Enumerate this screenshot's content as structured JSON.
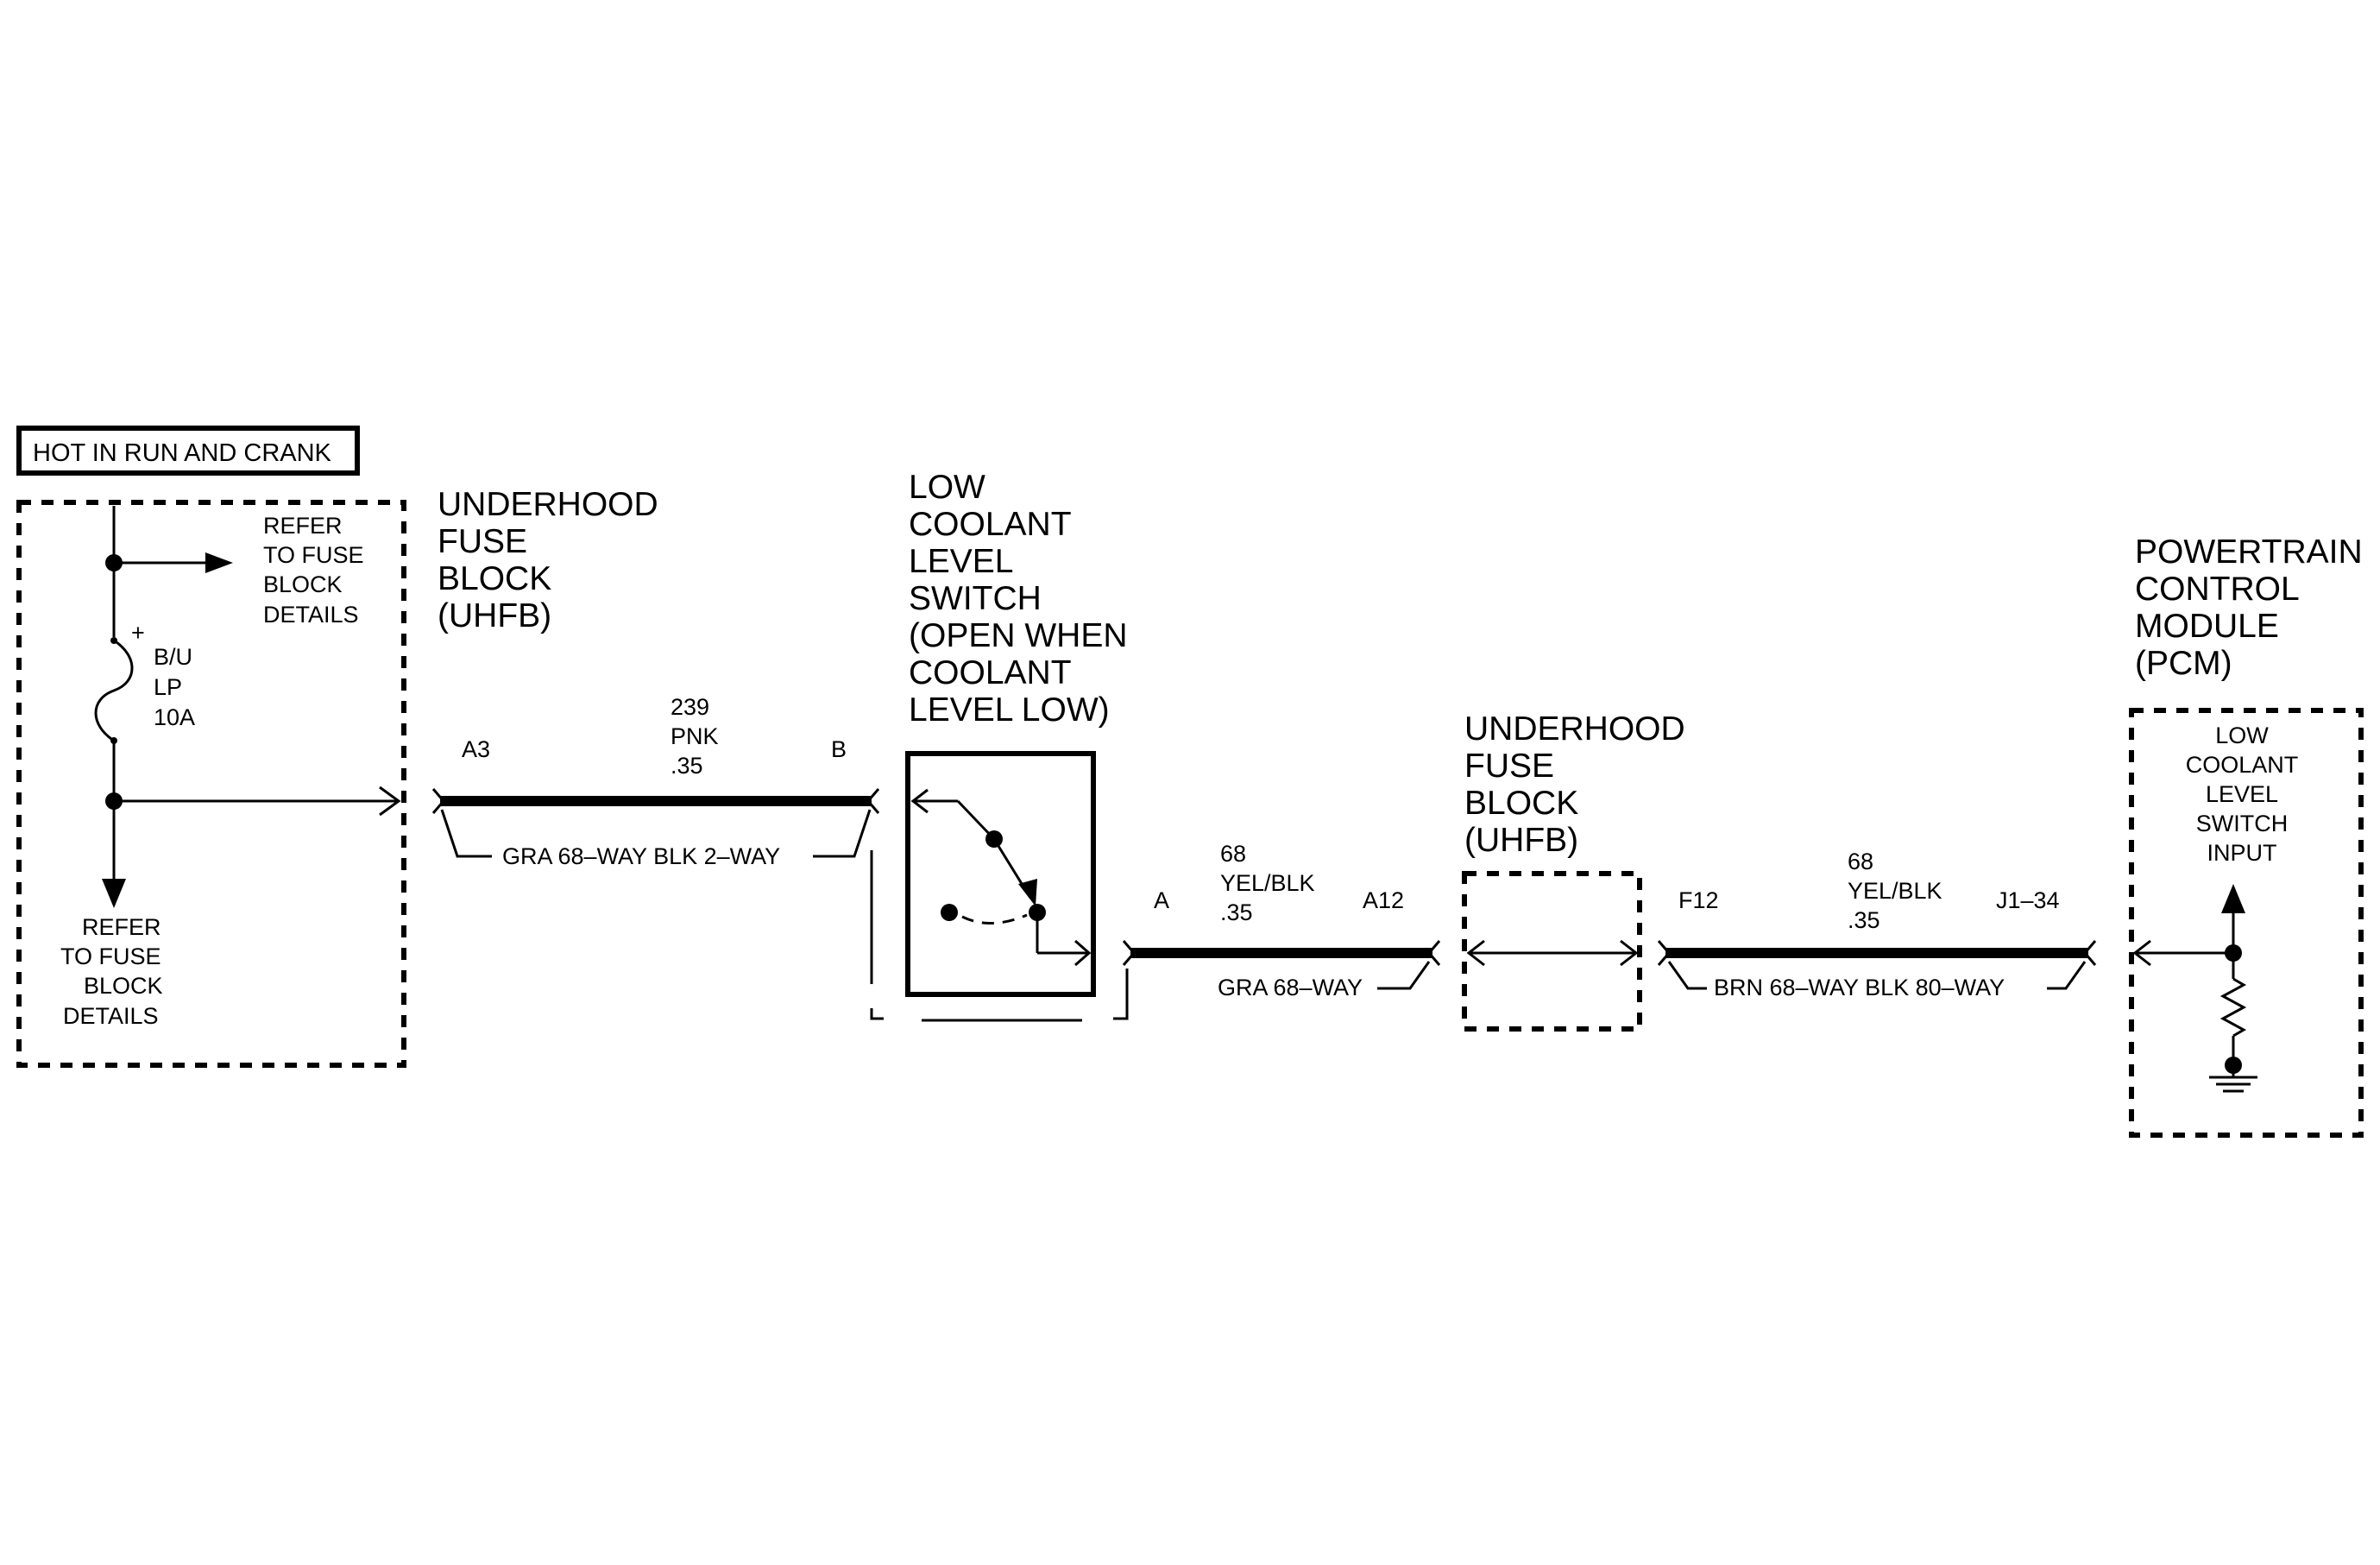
{
  "power": {
    "label": "HOT IN RUN AND CRANK",
    "refer_top": [
      "REFER",
      "TO FUSE",
      "BLOCK",
      "DETAILS"
    ],
    "fuse": [
      "B/U",
      "LP",
      "10A"
    ],
    "fuse_polarity": "+",
    "refer_bottom": [
      "REFER",
      "TO FUSE",
      "BLOCK",
      "DETAILS"
    ]
  },
  "uhfb_1": {
    "title": [
      "UNDERHOOD",
      "FUSE",
      "BLOCK",
      "(UHFB)"
    ],
    "pin_left": "A3",
    "pin_right": "B",
    "wire": [
      "239",
      "PNK",
      ".35"
    ],
    "connectors": "GRA 68–WAY   BLK 2–WAY"
  },
  "switch": {
    "title": [
      "LOW",
      "COOLANT",
      "LEVEL",
      "SWITCH",
      "(OPEN WHEN",
      "COOLANT",
      "LEVEL LOW)"
    ]
  },
  "harness_2": {
    "pin_left": "A",
    "pin_right": "A12",
    "wire": [
      "68",
      "YEL/BLK",
      ".35"
    ],
    "connector": "GRA 68–WAY"
  },
  "uhfb_2": {
    "title": [
      "UNDERHOOD",
      "FUSE",
      "BLOCK",
      "(UHFB)"
    ]
  },
  "harness_3": {
    "pin_left": "F12",
    "pin_right": "J1–34",
    "wire": [
      "68",
      "YEL/BLK",
      ".35"
    ],
    "connectors": "BRN 68–WAY   BLK 80–WAY"
  },
  "pcm": {
    "title": [
      "POWERTRAIN",
      "CONTROL",
      "MODULE",
      "(PCM)"
    ],
    "input": [
      "LOW",
      "COOLANT",
      "LEVEL",
      "SWITCH",
      "INPUT"
    ]
  }
}
